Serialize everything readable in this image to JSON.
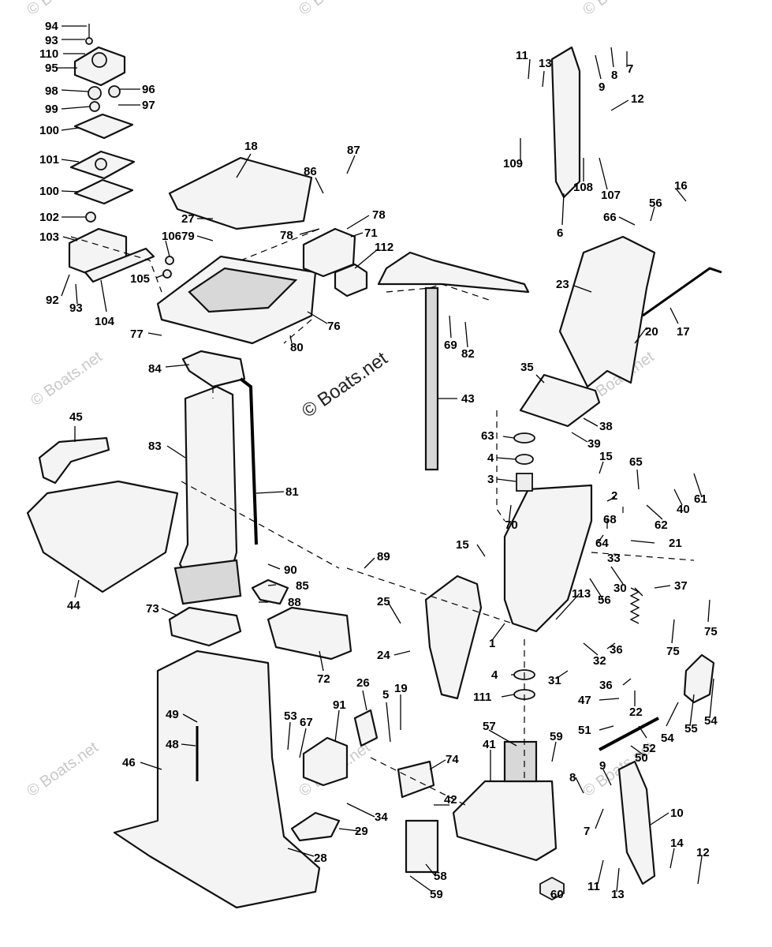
{
  "watermarks": {
    "text": "© Boats.net"
  },
  "callouts": {
    "c94": "94",
    "c93a": "93",
    "c110": "110",
    "c95": "95",
    "c98": "98",
    "c96": "96",
    "c99": "99",
    "c97": "97",
    "c100a": "100",
    "c101": "101",
    "c100b": "100",
    "c102": "102",
    "c103": "103",
    "c106": "106",
    "c105": "105",
    "c92": "92",
    "c93b": "93",
    "c104": "104",
    "c18": "18",
    "c27": "27",
    "c79": "79",
    "c86": "86",
    "c87": "87",
    "c78a": "78",
    "c78b": "78",
    "c71": "71",
    "c112": "112",
    "c76": "76",
    "c77": "77",
    "c80": "80",
    "c84": "84",
    "c11a": "11",
    "c13a": "13",
    "c6": "6",
    "c9a": "9",
    "c8a": "8",
    "c7a": "7",
    "c12a": "12",
    "c109": "109",
    "c108": "108",
    "c107": "107",
    "c16": "16",
    "c56a": "56",
    "c66": "66",
    "c23": "23",
    "c17": "17",
    "c20": "20",
    "c69": "69",
    "c82": "82",
    "c43": "43",
    "c35": "35",
    "c38": "38",
    "c39": "39",
    "c63": "63",
    "c4a": "4",
    "c3": "3",
    "c15a": "15",
    "c65": "65",
    "c2": "2",
    "c61": "61",
    "c40": "40",
    "c62": "62",
    "c70": "70",
    "c68": "68",
    "c64": "64",
    "c21": "21",
    "c15b": "15",
    "c45": "45",
    "c83": "83",
    "c81": "81",
    "c44": "44",
    "c89": "89",
    "c90": "90",
    "c85": "85",
    "c88": "88",
    "c73": "73",
    "c72": "72",
    "c25": "25",
    "c24": "24",
    "c1": "1",
    "c113": "113",
    "c56b": "56",
    "c33": "33",
    "c30": "30",
    "c37": "37",
    "c75a": "75",
    "c75b": "75",
    "c32": "32",
    "c36a": "36",
    "c31": "31",
    "c4b": "4",
    "c111": "111",
    "c36b": "36",
    "c47": "47",
    "c22": "22",
    "c26": "26",
    "c5": "5",
    "c19": "19",
    "c91": "91",
    "c53": "53",
    "c67": "67",
    "c49": "49",
    "c48": "48",
    "c46": "46",
    "c51": "51",
    "c52": "52",
    "c54a": "54",
    "c55": "55",
    "c54b": "54",
    "c50": "50",
    "c57": "57",
    "c59a": "59",
    "c41": "41",
    "c74": "74",
    "c42": "42",
    "c34": "34",
    "c29": "29",
    "c28": "28",
    "c58": "58",
    "c59b": "59",
    "c60": "60",
    "c8b": "8",
    "c9b": "9",
    "c7b": "7",
    "c10": "10",
    "c11b": "11",
    "c13b": "13",
    "c14": "14",
    "c12b": "12"
  }
}
